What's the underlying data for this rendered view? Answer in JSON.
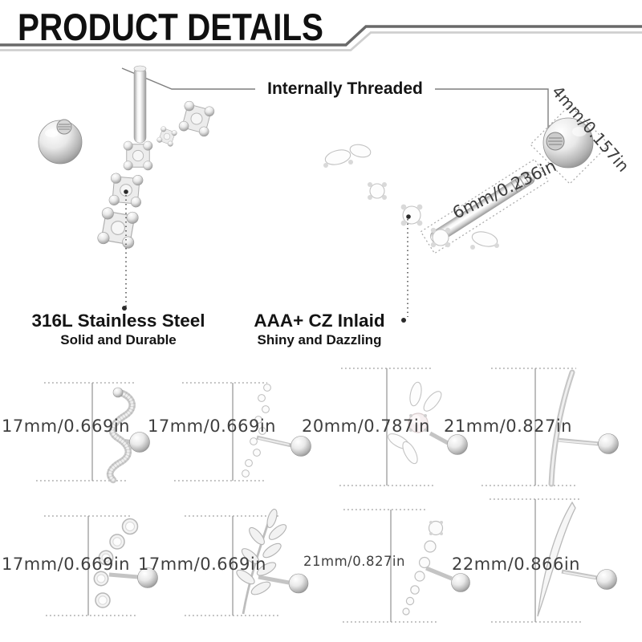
{
  "header": {
    "title": "PRODUCT DETAILS"
  },
  "features": {
    "threaded": "Internally Threaded",
    "ball_size": "4mm/0.157in",
    "bar_size": "6mm/0.236in",
    "material_title": "316L Stainless Steel",
    "material_subtitle": "Solid and Durable",
    "stone_title": "AAA+ CZ Inlaid",
    "stone_subtitle": "Shiny and Dazzling"
  },
  "variants": [
    {
      "size": "17mm/0.669in",
      "style": "snake"
    },
    {
      "size": "17mm/0.669in",
      "style": "cz-bar"
    },
    {
      "size": "20mm/0.787in",
      "style": "opal-flower"
    },
    {
      "size": "21mm/0.827in",
      "style": "curved-bar"
    },
    {
      "size": "17mm/0.669in",
      "style": "bezel-cz-curve"
    },
    {
      "size": "17mm/0.669in",
      "style": "leaf-branch"
    },
    {
      "size": "21mm/0.827in",
      "style": "cz-climber"
    },
    {
      "size": "22mm/0.866in",
      "style": "crescent-bar"
    }
  ],
  "colors": {
    "header_line_dark": "#696969",
    "header_line_light": "#cfcfcf",
    "size_text": "#3f3f3f",
    "label_text": "#141414",
    "leader_line": "#4a4a4a",
    "bracket_line": "#ababab",
    "silver": "#c9c9c9"
  }
}
